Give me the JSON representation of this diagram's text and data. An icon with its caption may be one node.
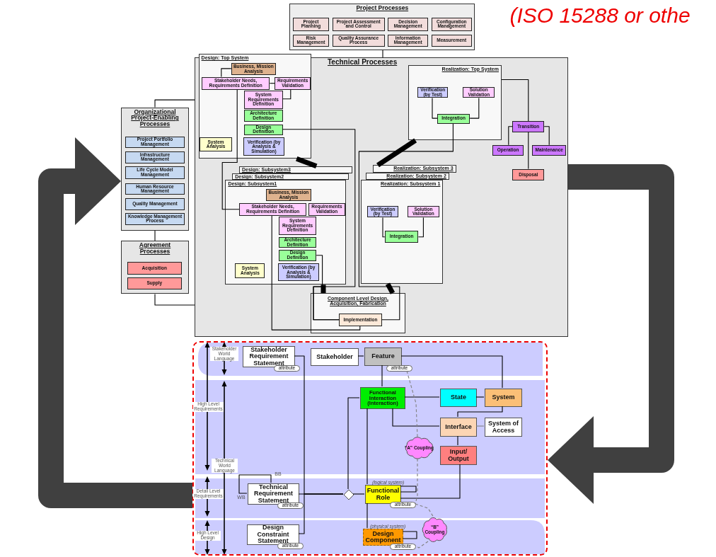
{
  "diagram": {
    "nodes": [
      {
        "text": [
          "Project Processes"
        ]
      },
      {
        "text": [
          "Project Planning"
        ],
        "in": 0
      },
      {
        "text": [
          "Project Assessment and Control"
        ],
        "in": 0
      },
      {
        "text": [
          "Decision Management"
        ],
        "in": 0
      },
      {
        "text": [
          "Configuration Management"
        ],
        "in": 0
      },
      {
        "text": [
          "Risk Management"
        ],
        "in": 0
      },
      {
        "text": [
          "Quality Assurance Process"
        ],
        "in": 0
      },
      {
        "text": [
          "Information Management"
        ],
        "in": 0
      },
      {
        "text": [
          "Measurement"
        ],
        "in": 0
      },
      {
        "text": [
          "Technical Processes"
        ]
      },
      {
        "text": [
          "Design: Top System"
        ],
        "in": 9
      },
      {
        "text": [
          "Business, Mission Analysis"
        ],
        "in": 10
      },
      {
        "text": [
          "Stakeholder Needs, Requirements Definition"
        ],
        "in": 10
      },
      {
        "text": [
          "Requirements Validation"
        ],
        "in": 10
      },
      {
        "text": [
          "System Requirements Definition"
        ],
        "in": 10
      },
      {
        "text": [
          "Architecture Definition"
        ],
        "in": 10
      },
      {
        "text": [
          "Design Definition"
        ],
        "in": 10
      },
      {
        "text": [
          "Verification (by Analysis & Simulation)"
        ],
        "in": 10
      },
      {
        "text": [
          "System Analysis"
        ],
        "in": 10
      },
      {
        "text": [
          "Realization: Top System"
        ],
        "in": 9
      },
      {
        "text": [
          "Verification (by Test)"
        ],
        "in": 19
      },
      {
        "text": [
          "Solution Validation"
        ],
        "in": 19
      },
      {
        "text": [
          "Integration"
        ],
        "in": 19
      },
      {
        "text": [
          "Transition"
        ],
        "in": 9
      },
      {
        "text": [
          "Operation"
        ],
        "in": 9
      },
      {
        "text": [
          "Maintenance"
        ],
        "in": 9
      },
      {
        "text": [
          "Disposal"
        ],
        "in": 9
      },
      {
        "text": [
          "Design: Subsystem3"
        ],
        "in": 9
      },
      {
        "text": [
          "Design: Subsystem2"
        ],
        "in": 9
      },
      {
        "text": [
          "Design: Subsystem1"
        ],
        "in": 9
      },
      {
        "text": [
          "Business, Mission Analysis"
        ],
        "in": 29
      },
      {
        "text": [
          "Stakeholder Needs, Requirements Definition"
        ],
        "in": 29
      },
      {
        "text": [
          "Requirements Validation"
        ],
        "in": 29
      },
      {
        "text": [
          "System Requirements Definition"
        ],
        "in": 29
      },
      {
        "text": [
          "Architecture Definition"
        ],
        "in": 29
      },
      {
        "text": [
          "Design Definition"
        ],
        "in": 29
      },
      {
        "text": [
          "Verification (by Analysis & Simulation)"
        ],
        "in": 29
      },
      {
        "text": [
          "System Analysis"
        ],
        "in": 29
      },
      {
        "text": [
          "Realization: Subsystem 3"
        ],
        "in": 9
      },
      {
        "text": [
          "Realization: Subsystem 2"
        ],
        "in": 9
      },
      {
        "text": [
          "Realization: Subsystem 1"
        ],
        "in": 9
      },
      {
        "text": [
          "Verification (by Test)"
        ],
        "in": 40
      },
      {
        "text": [
          "Solution Validation"
        ],
        "in": 40
      },
      {
        "text": [
          "Integration"
        ],
        "in": 40
      },
      {
        "text": [
          "Component Level Design, Acquisition, Fabrication"
        ],
        "in": 9
      },
      {
        "text": [
          "Implementation"
        ],
        "in": 44
      },
      {
        "text": [
          "Organizational Project-Enabling Processes"
        ]
      },
      {
        "text": [
          "Project Portfolio Management"
        ],
        "in": 46
      },
      {
        "text": [
          "Infrastructure Management"
        ],
        "in": 46
      },
      {
        "text": [
          "Life Cycle Model Management"
        ],
        "in": 46
      },
      {
        "text": [
          "Human Resource Management"
        ],
        "in": 46
      },
      {
        "text": [
          "Quality Management"
        ],
        "in": 46
      },
      {
        "text": [
          "Knowledge Management Process"
        ],
        "in": 46
      },
      {
        "text": [
          "Agreement Processes"
        ]
      },
      {
        "text": [
          "Acquisition"
        ],
        "in": 53
      },
      {
        "text": [
          "Supply"
        ],
        "in": 53
      },
      {
        "text": [],
        "shape": "box"
      },
      {
        "text": [
          "Stakeholder Requirement Statement"
        ],
        "in": 56
      },
      {
        "text": [
          "attribute"
        ],
        "in": 56
      },
      {
        "text": [
          "Stakeholder"
        ],
        "in": 56
      },
      {
        "text": [
          "Feature"
        ],
        "in": 56
      },
      {
        "text": [
          "attribute"
        ],
        "in": 56
      },
      {
        "text": [
          "Functional Interaction (Interaction)"
        ],
        "in": 56
      },
      {
        "text": [
          "State"
        ],
        "in": 56
      },
      {
        "text": [
          "System"
        ],
        "in": 56
      },
      {
        "text": [
          "Interface"
        ],
        "in": 56
      },
      {
        "text": [
          "System of Access"
        ],
        "in": 56
      },
      {
        "text": [
          "“A” Coupling"
        ],
        "in": 56
      },
      {
        "text": [
          "Input/ Output"
        ],
        "in": 56
      },
      {
        "text": [
          "Technical Requirement Statement"
        ],
        "in": 56
      },
      {
        "text": [
          "attribute"
        ],
        "in": 56
      },
      {
        "text": [],
        "shape": "diamond",
        "in": 56
      },
      {
        "text": [
          "Functional Role"
        ],
        "beside": [
          "(logical system)"
        ],
        "in": 56
      },
      {
        "text": [
          "attribute"
        ],
        "in": 56
      },
      {
        "text": [
          "Design Constraint Statement"
        ],
        "in": 56
      },
      {
        "text": [
          "attribute"
        ],
        "in": 56
      },
      {
        "text": [
          "Design Component"
        ],
        "beside": [
          "(physical system)"
        ],
        "in": 56
      },
      {
        "text": [
          "attribute"
        ],
        "in": 56
      },
      {
        "text": [
          "“B” Coupling"
        ],
        "in": 56
      }
    ],
    "edges": [
      {
        "from": 0,
        "to": 9,
        "arrow": "none"
      },
      {
        "from": 46,
        "to": 9,
        "arrow": "none"
      },
      {
        "from": 46,
        "to": 53,
        "arrow": "none"
      },
      {
        "from": 53,
        "to": 9,
        "arrow": "none"
      },
      {
        "from": 11,
        "to": 12,
        "arrow": "none"
      },
      {
        "from": 12,
        "to": 13,
        "arrow": "none"
      },
      {
        "from": 13,
        "to": 14,
        "arrow": "none"
      },
      {
        "from": 16,
        "to": 45,
        "arrow": "none"
      },
      {
        "from": 12,
        "to": 31,
        "arrow": "none"
      },
      {
        "from": 31,
        "to": 45,
        "arrow": "none"
      },
      {
        "from": 35,
        "to": 45,
        "arrow": "none"
      },
      {
        "from": 22,
        "to": 45,
        "arrow": "none"
      },
      {
        "from": 20,
        "to": 22,
        "arrow": "none"
      },
      {
        "from": 21,
        "to": 22,
        "arrow": "none"
      },
      {
        "from": 41,
        "to": 43,
        "arrow": "none"
      },
      {
        "from": 42,
        "to": 43,
        "arrow": "none"
      },
      {
        "from": 19,
        "to": 23,
        "arrow": "none"
      },
      {
        "from": 23,
        "to": 24,
        "arrow": "none"
      },
      {
        "from": 23,
        "to": 25,
        "arrow": "none"
      },
      {
        "from": 23,
        "to": 26,
        "arrow": "none"
      },
      {
        "from": 10,
        "to": 27,
        "arrow": "none",
        "style": "thick"
      },
      {
        "from": 29,
        "to": 44,
        "arrow": "none",
        "style": "thick"
      },
      {
        "from": 44,
        "to": 40,
        "arrow": "none",
        "style": "thick"
      },
      {
        "from": 38,
        "to": 19,
        "arrow": "none",
        "style": "thick"
      },
      {
        "from": 9,
        "to": 56,
        "arrow": "to",
        "style": "thick",
        "color": "#404040"
      },
      {
        "from": 56,
        "to": 46,
        "arrow": "to",
        "style": "thick",
        "color": "#404040"
      },
      {
        "from": 57,
        "to": 71,
        "arrow": "none"
      },
      {
        "from": 69,
        "to": 71,
        "arrow": "none"
      },
      {
        "from": 74,
        "to": 71,
        "arrow": "none"
      },
      {
        "from": 71,
        "to": 72,
        "arrow": "none"
      },
      {
        "from": 71,
        "to": 62,
        "arrow": "none"
      },
      {
        "from": 59,
        "to": 60,
        "arrow": "none"
      },
      {
        "from": 60,
        "to": 62,
        "arrow": "none"
      },
      {
        "from": 60,
        "to": 64,
        "arrow": "none"
      },
      {
        "from": 62,
        "to": 63,
        "arrow": "none"
      },
      {
        "from": 63,
        "to": 64,
        "arrow": "none"
      },
      {
        "from": 62,
        "to": 65,
        "arrow": "none"
      },
      {
        "from": 64,
        "to": 65,
        "arrow": "none"
      },
      {
        "from": 65,
        "to": 66,
        "arrow": "none",
        "color": "#808080"
      },
      {
        "from": 65,
        "to": 68,
        "arrow": "none"
      },
      {
        "from": 68,
        "to": 72,
        "arrow": "none"
      },
      {
        "from": 62,
        "to": 72,
        "arrow": "none"
      },
      {
        "from": 72,
        "to": 76,
        "arrow": "none"
      },
      {
        "from": 72,
        "to": 72,
        "arrow": "none"
      },
      {
        "from": 76,
        "to": 76,
        "arrow": "none"
      },
      {
        "from": 69,
        "to": 69,
        "arrow": "none"
      },
      {
        "from": 61,
        "to": 67,
        "arrow": "none",
        "style": "dashed",
        "color": "#808080"
      },
      {
        "from": 67,
        "to": 73,
        "arrow": "none",
        "style": "dashed",
        "color": "#808080"
      },
      {
        "from": 73,
        "to": 78,
        "arrow": "none",
        "style": "dashed",
        "color": "#808080"
      },
      {
        "from": 78,
        "to": 77,
        "arrow": "none",
        "style": "dashed",
        "color": "#808080"
      }
    ],
    "labels": [
      "(ISO 15288 or othe",
      "Stakeholder World Language",
      "High Level Requirements",
      "Technical World Language",
      "Detail Level Requirements",
      "High Level Design",
      "BB",
      "WB"
    ]
  }
}
